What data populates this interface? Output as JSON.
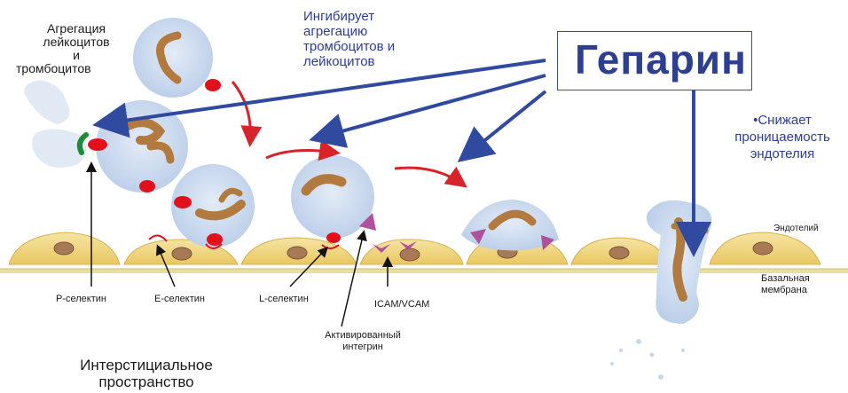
{
  "labels": {
    "aggregation": [
      "Агрегация",
      "лейкоцитов",
      "и",
      "тромбоцитов"
    ],
    "inhibits": [
      "Ингибирует",
      "агрегацию",
      "тромбоцитов и",
      "лейкоцитов"
    ],
    "heparin": "Гепарин",
    "reduces": [
      "•Снижает",
      "проницаемость",
      "эндотелия"
    ],
    "endothelium": "Эндотелий",
    "basal": [
      "Базальная",
      "мембрана"
    ],
    "p_selectin": "P-селектин",
    "e_selectin": "E-селектин",
    "l_selectin": "L-селектин",
    "icam": "ICAM/VCAM",
    "activated": [
      "Активированный",
      "интегрин"
    ],
    "interstitial": [
      "Интерстициальное",
      "пространство"
    ]
  },
  "colors": {
    "blue_text": "#2c3e8f",
    "arrow_blue": "#2f4a9e",
    "arrow_red": "#d8232a",
    "cell_body": "#c9d9ee",
    "endothelial": "#f3d98a",
    "nucleus": "#b27a3e",
    "red_dot": "#e3101b",
    "purple": "#b0509d",
    "green": "#1f8a3a"
  }
}
